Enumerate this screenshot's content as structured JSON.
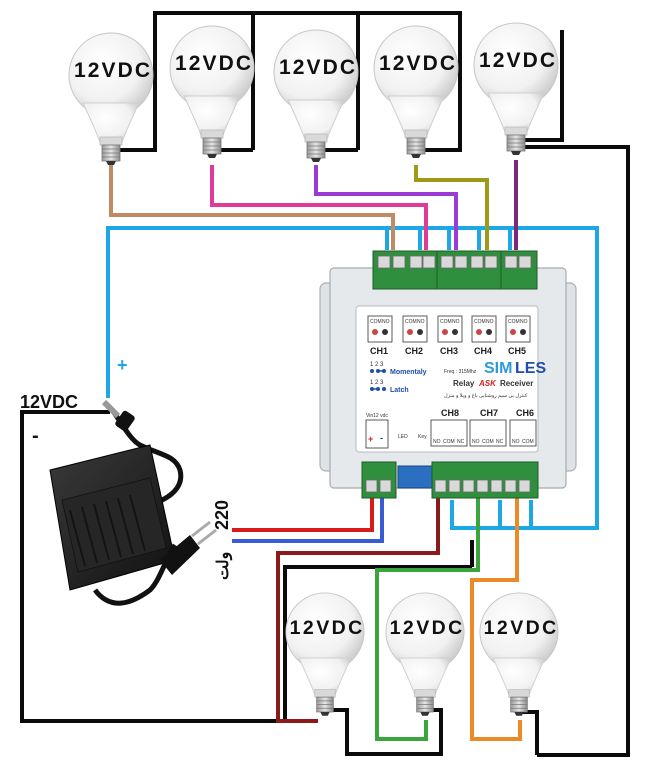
{
  "bulbs": {
    "top": [
      "12VDC",
      "12VDC",
      "12VDC",
      "12VDC",
      "12VDC"
    ],
    "bottom": [
      "12VDC",
      "12VDC",
      "12VDC"
    ]
  },
  "power": {
    "dc_label": "12VDC",
    "plus_sign": "+",
    "minus_sign": "-",
    "mains_label": "220",
    "mains_unit": "ولت"
  },
  "module": {
    "brand_left": "SIM",
    "brand_right": "LES",
    "subtitle_relay": "Relay",
    "subtitle_ask": "ASK",
    "subtitle_receiver": "Receiver",
    "freq": "Freq : 315Mhz",
    "persian_caption": "کنترل بی سیم روشنایی باغ و ویلا و منزل",
    "momentary_label": "Momentaly",
    "latch_label": "Latch",
    "dip_numbers": "1 2 3",
    "top_channels": [
      "CH1",
      "CH2",
      "CH3",
      "CH4",
      "CH5"
    ],
    "bottom_channels": [
      "CH8",
      "CH7",
      "CH6"
    ],
    "relay_top_labels": [
      "COM",
      "NO"
    ],
    "relay_bottom_labels": [
      "NO",
      "COM",
      "NC"
    ],
    "power_box_label": "Vin12 vdc",
    "power_box_signs": [
      "+",
      "-"
    ],
    "led_label": "LED",
    "key_label": "Key"
  },
  "colors": {
    "black_wire": "#0b0b0b",
    "blue_wire": "#1ea7e6",
    "red_wire": "#d81b1b",
    "wire_ch1": "#c08a63",
    "wire_ch2": "#e03a9b",
    "wire_ch3": "#9b3ad6",
    "wire_ch4": "#9e9a17",
    "wire_ch5": "#7b2a7b",
    "wire_ch8": "#8b1a1a",
    "wire_ch7": "#3aa53a",
    "wire_ch6": "#ec8a2a",
    "terminal_green": "#2f8f3f",
    "module_body": "#e6e9ec",
    "brand_blue": "#1f4fa8"
  }
}
